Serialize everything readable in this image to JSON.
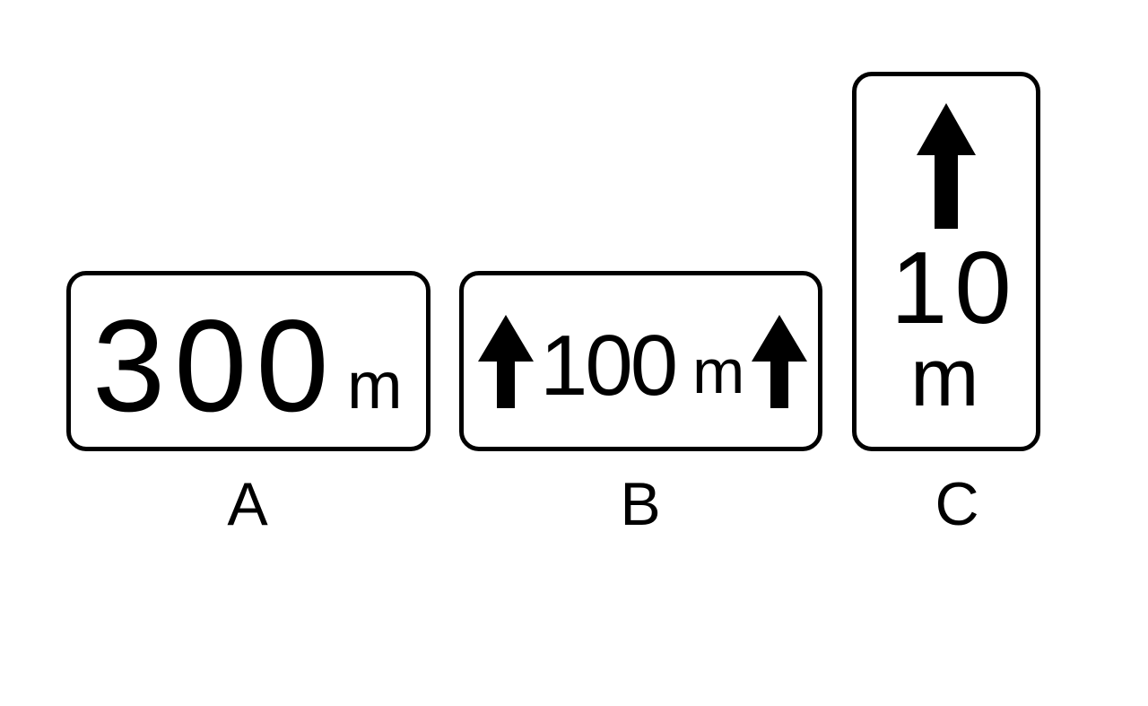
{
  "signs": [
    {
      "label": "A",
      "distance": "300",
      "unit": "m",
      "arrows": 0
    },
    {
      "label": "B",
      "distance": "100",
      "unit": "m",
      "arrows": 2
    },
    {
      "label": "C",
      "distance": "10",
      "unit": "m",
      "arrows": 1
    }
  ],
  "colors": {
    "ink": "#000000",
    "background": "#ffffff"
  },
  "icons": {
    "arrow": "up-arrow-icon"
  }
}
